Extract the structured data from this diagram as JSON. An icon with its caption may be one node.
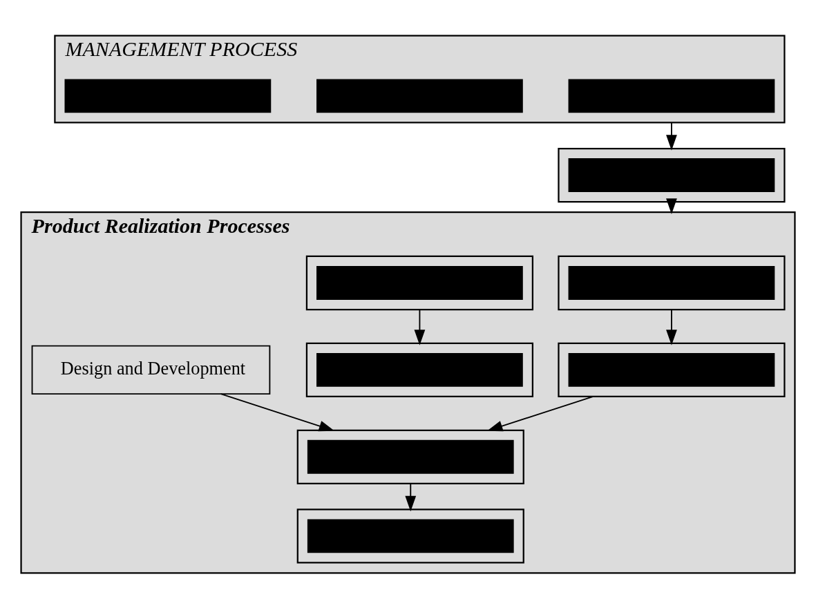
{
  "diagram": {
    "nodes": [
      {
        "text": [
          "MANAGEMENT PROCESS"
        ]
      },
      {
        "text": [],
        "shape": "bar",
        "in": 0
      },
      {
        "text": [],
        "shape": "bar",
        "in": 0
      },
      {
        "text": [],
        "shape": "bar",
        "in": 0
      },
      {
        "text": [],
        "shape": "box"
      },
      {
        "text": [],
        "shape": "bar",
        "in": 4
      },
      {
        "text": [
          "Product Realization Processes"
        ]
      },
      {
        "text": [],
        "shape": "box",
        "in": 6
      },
      {
        "text": [],
        "shape": "bar",
        "in": 7
      },
      {
        "text": [],
        "shape": "box",
        "in": 6
      },
      {
        "text": [],
        "shape": "bar",
        "in": 9
      },
      {
        "text": [
          "Design and Development"
        ],
        "in": 6
      },
      {
        "text": [],
        "shape": "box",
        "in": 6
      },
      {
        "text": [],
        "shape": "bar",
        "in": 12
      },
      {
        "text": [],
        "shape": "box",
        "in": 6
      },
      {
        "text": [],
        "shape": "bar",
        "in": 14
      },
      {
        "text": [],
        "shape": "box",
        "in": 6
      },
      {
        "text": [],
        "shape": "bar",
        "in": 16
      },
      {
        "text": [],
        "shape": "box",
        "in": 6
      },
      {
        "text": [],
        "shape": "bar",
        "in": 18
      }
    ],
    "edges": [
      {
        "from": 0,
        "to": 4,
        "arrow": "to"
      },
      {
        "from": 4,
        "to": 6,
        "arrow": "to"
      },
      {
        "from": 7,
        "to": 9,
        "arrow": "to"
      },
      {
        "from": 9,
        "to": 12,
        "arrow": "to"
      },
      {
        "from": 11,
        "to": 12,
        "arrow": "to"
      },
      {
        "from": 12,
        "to": 14,
        "arrow": "to"
      },
      {
        "from": 16,
        "to": 18,
        "arrow": "to"
      }
    ]
  }
}
